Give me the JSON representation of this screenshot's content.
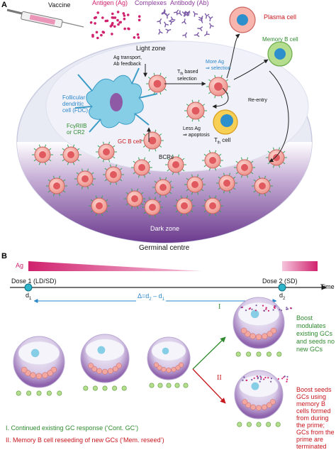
{
  "panel_a": {
    "letter": "A",
    "vaccine": "Vaccine",
    "antigen": "Antigen (Ag)",
    "complexes": "Complexes",
    "antibody": "Antibody (Ab)",
    "plasma_cell": "Plasma cell",
    "memory_b_cell": "Memory B cell",
    "light_zone": "Light zone",
    "ag_transport_1": "Ag transport,",
    "ag_transport_2": "Ab feedback",
    "fdc_1": "Follicular",
    "fdc_2": "dendritic",
    "fdc_3": "cell (FDC)",
    "receptor_1": "FcγRIIB",
    "receptor_2": "or CR2",
    "tfh_selection_1": "T",
    "tfh_selection_sub": "fh",
    "tfh_selection_2": " based",
    "tfh_selection_3": "selection",
    "more_ag_1": "More Ag",
    "more_ag_2": "⇒ selection",
    "re_entry": "Re-entry",
    "less_ag_1": "Less Ag",
    "less_ag_2": "⇒ apoptosis",
    "gc_b_cell": "GC B cell",
    "bcrs": "BCRs",
    "tfh_cell_1": "T",
    "tfh_cell_sub": "fh",
    "tfh_cell_2": " cell",
    "dark_zone": "Dark zone",
    "germinal_centre": "Germinal centre"
  },
  "panel_b": {
    "letter": "B",
    "ag": "Ag",
    "dose1": "Dose 1 (LD/SD)",
    "dose2": "Dose 2 (SD)",
    "time": "Time",
    "d1": "d",
    "d1_sub": "1",
    "d2": "d",
    "d2_sub": "2",
    "delta": "Δ=d",
    "delta_sub2": "2",
    "delta_mid": " – d",
    "delta_sub1": "1",
    "roman_1": "I",
    "roman_2": "II",
    "outcome_1": [
      "Boost",
      "modulates",
      "existing GCs",
      "and seeds no",
      "new GCs"
    ],
    "outcome_2": [
      "Boost seeds",
      "GCs using",
      "memory B",
      "cells formed",
      "from during",
      "the prime;",
      "GCs from the",
      "prime are",
      "terminated"
    ],
    "legend_1": "I.  Continued existing GC response (‘Cont. GC’)",
    "legend_2": "II. Memory B cell reseeding of new GCs (‘Mem. reseed’)"
  },
  "colors": {
    "gc_outer": "#e4e6f2",
    "light_zone": "#eef0f8",
    "dark_zone": "#8a55a6",
    "b_cell": "#f2a7a1",
    "b_nucleus": "#e0595e",
    "plasma": "#f6b2aa",
    "memory": "#b4dd8e",
    "tfh": "#f6c84a",
    "fdc": "#7fc9e4",
    "antigen": "#d0226e",
    "antibody": "#7b5aa6",
    "ag_wedge": "#d0226e",
    "timeline_dot": "#2eb3c8"
  }
}
